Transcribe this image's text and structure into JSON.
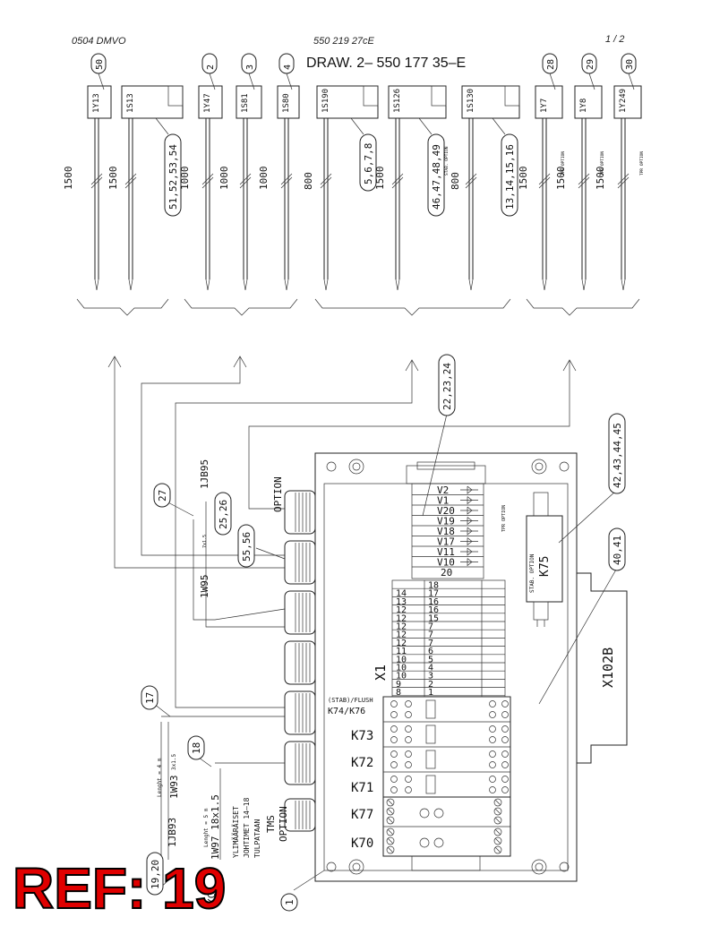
{
  "header": {
    "left_code": "0504 DMVO",
    "center_code": "550 219 27cE",
    "page": "1 /  2",
    "title": "DRAW. 2– 550 177 35–E"
  },
  "ref_label": "REF: 19",
  "top_sensors": [
    {
      "label": "1Y13",
      "callout": "50",
      "length": "1500"
    },
    {
      "label": "1S13",
      "callout": "51,52,53,54",
      "length": "1500"
    },
    {
      "label": "1Y47",
      "callout": "2",
      "length": "1000"
    },
    {
      "label": "1S81",
      "callout": "3",
      "length": "1000"
    },
    {
      "label": "1S80",
      "callout": "4",
      "length": "1000"
    },
    {
      "label": "1S190",
      "callout": "5,6,7,8",
      "length": "800"
    },
    {
      "label": "1S126",
      "callout": "46,47,48,49",
      "length": "1500",
      "note": "STAB. OPTION"
    },
    {
      "label": "1S130",
      "callout": "13,14,15,16",
      "length": "800"
    },
    {
      "label": "1Y7",
      "callout": "28",
      "length": "1500",
      "note": "TPR OPTION"
    },
    {
      "label": "1Y8",
      "callout": "29",
      "length": "1500",
      "note": "TPR OPTION"
    },
    {
      "label": "1Y249",
      "callout": "30",
      "length": "1500",
      "note": "TPR OPTION"
    }
  ],
  "callouts": {
    "c27": "27",
    "c25_26": "25,26",
    "c55_56": "55,56",
    "c22": "22,23,24",
    "c42": "42,43,44,45",
    "c40": "40,41",
    "c17": "17",
    "c18": "18",
    "c19_20": "19,20",
    "c1": "1"
  },
  "cable_labels": {
    "jb95": "1JB95",
    "w95": "1W95",
    "w95_spec": "7x1.5",
    "w93": "1W93",
    "w93_spec": "3x1.5",
    "w93_len": "Lenght = 4 m",
    "jb93": "1JB93",
    "w97": "1W97 18x1.5",
    "w97_len": "Lenght = 5 m",
    "note1": "YLIMÄÄRÄISET",
    "note2": "JOHTIMET 14–18",
    "note3": "TULPATAAN",
    "tms1": "TMS",
    "tms2": "OPTION",
    "option": "OPTION",
    "xc": "XC"
  },
  "box": {
    "x1": "X1",
    "x102b": "X102B",
    "k75": "K75",
    "k75_option": "STAB. OPTION",
    "tpr_option": "TPR OPTION",
    "k74": "K74/K76",
    "k74_note": "(STAB)/FLUSH",
    "relays": [
      "K73",
      "K72",
      "K71",
      "K77",
      "K70"
    ]
  },
  "diode_terminals": [
    "V2",
    "V1",
    "V20",
    "V19",
    "V18",
    "V17",
    "V11",
    "V10"
  ],
  "terminal_20": "20",
  "terminals": [
    {
      "left": "",
      "right": "18"
    },
    {
      "left": "14",
      "right": "17"
    },
    {
      "left": "13",
      "right": "16"
    },
    {
      "left": "12",
      "right": "16"
    },
    {
      "left": "12",
      "right": "15"
    },
    {
      "left": "12",
      "right": "7"
    },
    {
      "left": "12",
      "right": "7"
    },
    {
      "left": "12",
      "right": "7"
    },
    {
      "left": "11",
      "right": "6"
    },
    {
      "left": "10",
      "right": "5"
    },
    {
      "left": "10",
      "right": "4"
    },
    {
      "left": "10",
      "right": "3"
    },
    {
      "left": "9",
      "right": "2"
    },
    {
      "left": "8",
      "right": "1"
    }
  ]
}
